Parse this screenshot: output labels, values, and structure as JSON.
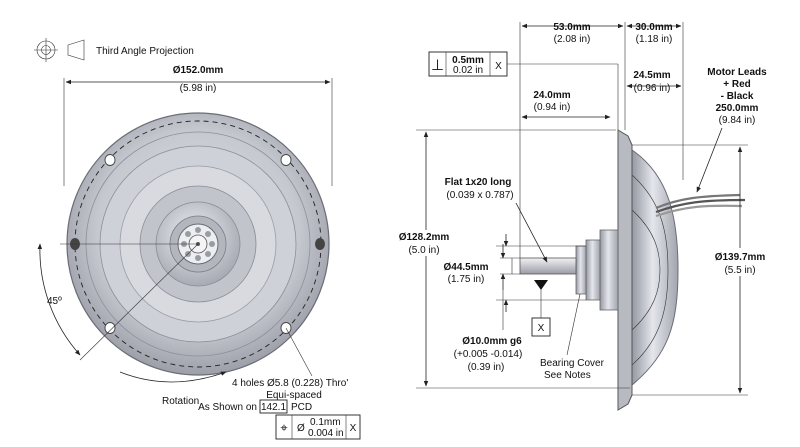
{
  "projection": {
    "label": "Third Angle Projection"
  },
  "front": {
    "outer_dia": {
      "value": "Ø152.0mm",
      "imperial": "(5.98 in)"
    },
    "angle": {
      "label": "45º"
    },
    "rotation": {
      "label": "Rotation"
    },
    "holes_note": {
      "line1": "4 holes Ø5.8 (0.228) Thro'",
      "line2": "Equi-spaced",
      "line3_prefix": "As Shown on",
      "pcd_value": "142.1",
      "line3_suffix": "PCD"
    },
    "position_tol": {
      "symbol": "⌖",
      "dia": "Ø",
      "value": "0.1mm",
      "imperial": "0.004 in",
      "datum": "X"
    }
  },
  "side": {
    "perp_tol": {
      "symbol": "⊥",
      "value": "0.5mm",
      "imperial": "0.02 in",
      "datum": "X"
    },
    "dim_53": {
      "value": "53.0mm",
      "imperial": "(2.08 in)"
    },
    "dim_30": {
      "value": "30.0mm",
      "imperial": "(1.18 in)"
    },
    "dim_24_5": {
      "value": "24.5mm",
      "imperial": "(0.96 in)"
    },
    "dim_24": {
      "value": "24.0mm",
      "imperial": "(0.94 in)"
    },
    "motor_leads": {
      "line1": "Motor Leads",
      "line2": "+ Red",
      "line3": "- Black",
      "value": "250.0mm",
      "imperial": "(9.84 in)"
    },
    "flat": {
      "label": "Flat 1x20 long",
      "imperial": "(0.039 x 0.787)"
    },
    "dia_128": {
      "value": "Ø128.2mm",
      "imperial": "(5.0 in)"
    },
    "dia_44": {
      "value": "Ø44.5mm",
      "imperial": "(1.75 in)"
    },
    "dia_139": {
      "value": "Ø139.7mm",
      "imperial": "(5.5 in)"
    },
    "datum": {
      "label": "X"
    },
    "shaft": {
      "value": "Ø10.0mm g6",
      "tolerance": "(+0.005 -0.014)",
      "imperial": "(0.39 in)"
    },
    "bearing": {
      "line1": "Bearing Cover",
      "line2": "See Notes"
    }
  }
}
